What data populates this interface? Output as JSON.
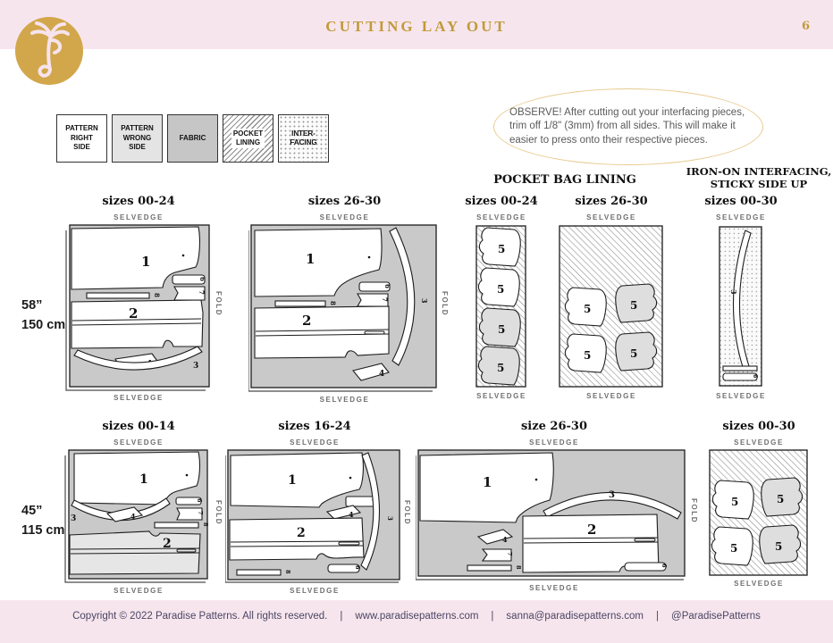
{
  "header": {
    "title": "CUTTING LAY OUT",
    "page_number": "6"
  },
  "legend": {
    "items": [
      {
        "id": "pattern-right-side",
        "label": "PATTERN\nRIGHT\nSIDE"
      },
      {
        "id": "pattern-wrong-side",
        "label": "PATTERN\nWRONG\nSIDE"
      },
      {
        "id": "fabric",
        "label": "FABRIC"
      },
      {
        "id": "pocket-lining",
        "label": "POCKET\nLINING"
      },
      {
        "id": "interfacing",
        "label": "INTER-\nFACING"
      }
    ]
  },
  "note": {
    "text": "OBSERVE! After cutting out your interfacing pieces, trim off 1/8\" (3mm) from all sides. This will make it easier to press onto their respective pieces."
  },
  "section_headers": {
    "pocket_bag_lining": "POCKET BAG LINING",
    "iron_on_line1": "IRON-ON INTERFACING,",
    "iron_on_line2": "STICKY SIDE UP"
  },
  "labels": {
    "selvedge": "SELVEDGE",
    "fold": "FOLD"
  },
  "fabric_widths": {
    "row1_inches": "58”",
    "row1_cm": "150 cm",
    "row2_inches": "45”",
    "row2_cm": "115 cm"
  },
  "layouts": {
    "r1d1_size": "sizes 00-24",
    "r1d2_size": "sizes 26-30",
    "r1d3_size": "sizes 00-24",
    "r1d4_size": "sizes 26-30",
    "r1d5_size": "sizes 00-30",
    "r2d1_size": "sizes 00-14",
    "r2d2_size": "sizes 16-24",
    "r2d3_size": "size 26-30",
    "r2d4_size": "sizes 00-30"
  },
  "pieces": {
    "p1": "1",
    "p2": "2",
    "p3": "3",
    "p4": "4",
    "p5": "5",
    "p6": "6",
    "p7": "7",
    "p8": "8"
  },
  "footer": {
    "copyright": "Copyright © 2022 Paradise Patterns. All rights reserved.",
    "sep": "|",
    "website": "www.paradisepatterns.com",
    "email": "sanna@paradisepatterns.com",
    "social": "@ParadisePatterns"
  },
  "colors": {
    "gold": "#d2a74c",
    "title_gold": "#c09b3a",
    "band_pink": "#f7e5ee",
    "fabric_gray": "#c9c9c9",
    "wrong_side_gray": "#e4e4e4",
    "pocket_piece_gray": "#dedede",
    "footer_text": "#4a4663"
  }
}
